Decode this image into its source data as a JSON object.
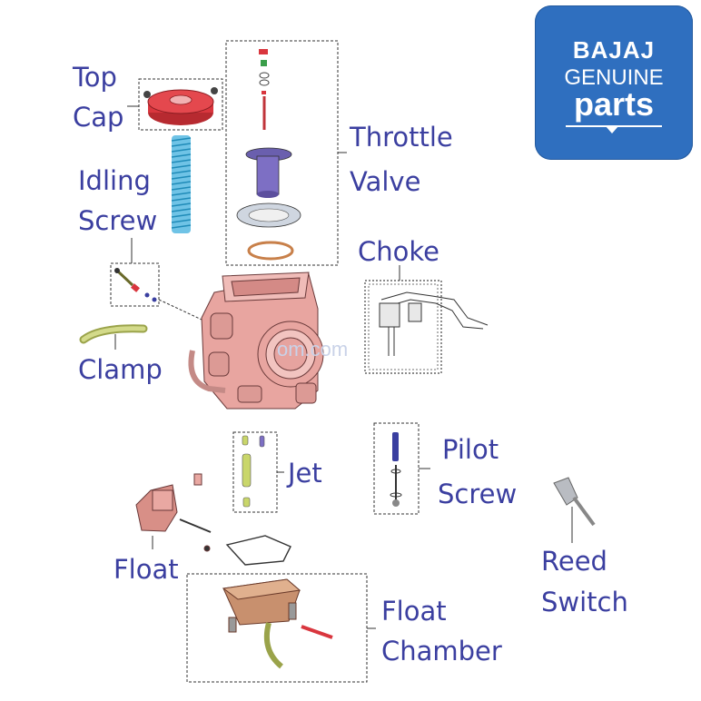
{
  "labels": {
    "top_cap_line1": "Top",
    "top_cap_line2": "Cap",
    "throttle_line1": "Throttle",
    "throttle_line2": "Valve",
    "idling_line1": "Idling",
    "idling_line2": "Screw",
    "choke": "Choke",
    "clamp": "Clamp",
    "jet": "Jet",
    "pilot_line1": "Pilot",
    "pilot_line2": "Screw",
    "float": "Float",
    "reed_line1": "Reed",
    "reed_line2": "Switch",
    "float_chamber_line1": "Float",
    "float_chamber_line2": "Chamber"
  },
  "logo": {
    "line1": "BAJAJ",
    "line2": "GENUINE",
    "line3": "parts"
  },
  "watermark": "om.com",
  "colors": {
    "label_text": "#3b3fa0",
    "logo_bg": "#2f6fbf",
    "carb_body": "#e8a5a0",
    "top_cap": "#d9363e",
    "spring": "#3aa9d6",
    "jet": "#c9d66a",
    "float_chamber": "#c8906e"
  }
}
